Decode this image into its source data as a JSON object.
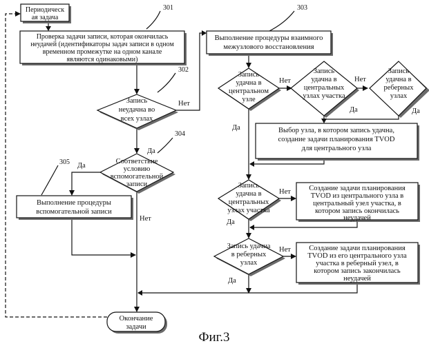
{
  "figure": {
    "caption": "Фиг.3",
    "refs": {
      "r301": "301",
      "r302": "302",
      "r303": "303",
      "r304": "304",
      "r305": "305"
    },
    "start": [
      "Периодическ",
      "ая задача"
    ],
    "step301": [
      "Проверка задачи записи, которая окончилась",
      "неудачей (идентификаторы задач записи в одном",
      "временном промежутке на одном канале",
      "являются одинаковыми)"
    ],
    "dec302": [
      "Запись",
      "неудачна во",
      "всех узлах"
    ],
    "dec304": [
      "Соответствие",
      "условию",
      "вспомогательной",
      "записи"
    ],
    "step305": [
      "Выполнение процедуры",
      "вспомогательной записи"
    ],
    "step303": [
      "Выполнение процедуры взаимного",
      "межузлового восстановления"
    ],
    "decCentral": [
      "Запись",
      "удачна в",
      "центральном",
      "узле"
    ],
    "decCentralNodes": [
      "Запись",
      "удачна в",
      "центральных",
      "узлах участка"
    ],
    "decEdge": [
      "Запись",
      "удачна в",
      "реберных",
      "узлах"
    ],
    "selectNode": [
      "Выбор узла, в котором запись удачна,",
      "создание задачи планирования TVOD",
      "для центрального узла"
    ],
    "decCentralNodes2": [
      "Запись",
      "удачна в",
      "центральных",
      "узлах участка"
    ],
    "createA": [
      "Создание задачи планирования",
      "TVOD    из центрального узла в",
      "центральный узел участка, в",
      "котором запись окончилась",
      "неудачей"
    ],
    "decEdge2": [
      "Запись удачна",
      "в реберных",
      "узлах"
    ],
    "createB": [
      "Создание задачи планирования",
      "TVOD из его центрального узла",
      "участка в реберный узел, в",
      "котором запись закончилась",
      "неудачей"
    ],
    "end": [
      "Окончание",
      "задачи"
    ],
    "labels": {
      "yes": "Да",
      "no": "Нет"
    }
  }
}
